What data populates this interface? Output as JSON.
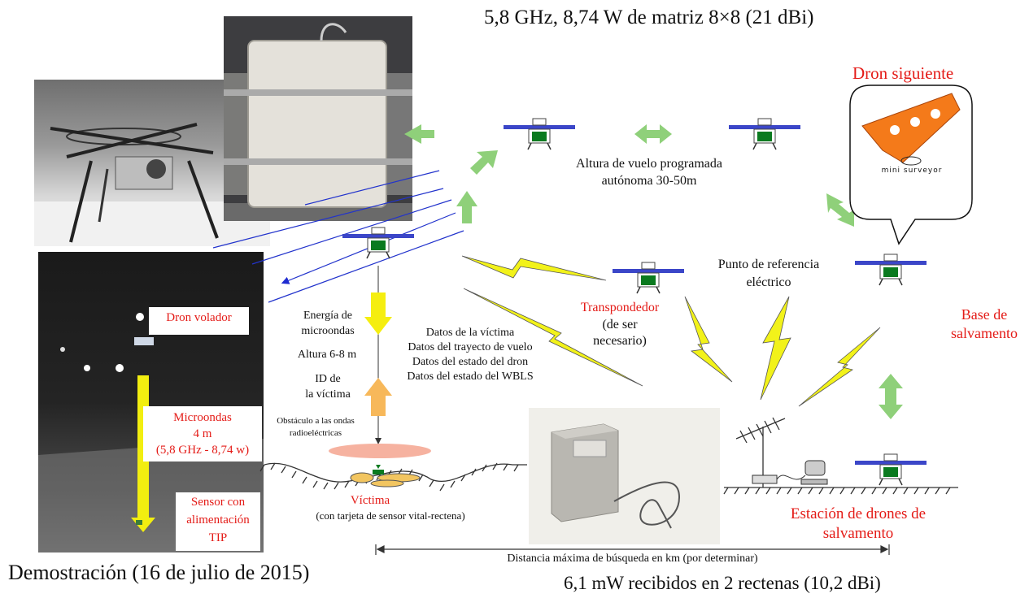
{
  "top_caption": "5,8 GHz, 8,74 W de matriz 8×8 (21 dBi)",
  "follower_drone": {
    "title": "Dron siguiente",
    "logo": "mini surveyor"
  },
  "flight_altitude": {
    "line1": "Altura de vuelo programada",
    "line2": "autónoma 30-50m"
  },
  "reference_point": {
    "line1": "Punto de referencia",
    "line2": "eléctrico"
  },
  "transponder": {
    "title": "Transpondedor",
    "line2": "(de ser",
    "line3": "necesario)"
  },
  "rescue_base": {
    "line1": "Base de",
    "line2": "salvamento"
  },
  "energy": {
    "line1": "Energía de",
    "line2": "microondas",
    "altitude": "Altura 6-8 m",
    "id1": "ID de",
    "id2": "la víctima",
    "obstacle1": "Obstáculo a las ondas",
    "obstacle2": "radioeléctricas"
  },
  "victim_data": {
    "line1": "Datos de la víctima",
    "line2": "Datos del trayecto de vuelo",
    "line3": "Datos del estado del dron",
    "line4": "Datos del estado del WBLS"
  },
  "victim": {
    "title": "Víctima",
    "subtitle": "(con tarjeta de sensor vital-rectena)"
  },
  "station": {
    "line1": "Estación de drones de",
    "line2": "salvamento"
  },
  "photo_labels": {
    "flying_drone": "Dron volador",
    "microwave1": "Microondas",
    "microwave2": "4 m",
    "microwave3": "(5,8 GHz - 8,74 w)",
    "sensor1": "Sensor con",
    "sensor2": "alimentación",
    "sensor3": "TIP"
  },
  "max_distance": "Distancia máxima de búsqueda en km (por determinar)",
  "demo_caption": "Demostración (16 de julio de 2015)",
  "bottom_caption": "6,1 mW recibidos en 2 rectenas (10,2 dBi)",
  "colors": {
    "red_label": "#e41b17",
    "drone_blue": "#3b46c8",
    "drone_green": "#0a7a1f",
    "green_arrow": "#8fd07a",
    "lightning": "#f2f21a",
    "yellow_arrow": "#f5ee10",
    "orange_arrow": "#f7b85a",
    "ray_blue": "#2233cc"
  }
}
